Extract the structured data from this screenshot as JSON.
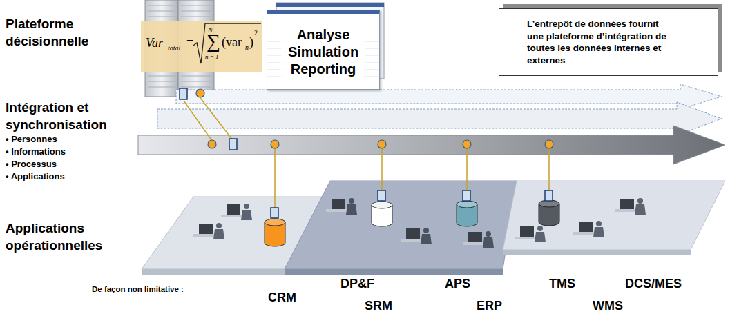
{
  "diagram": {
    "nodes": [
      {
        "text": [
          "Analyse Simulation Reporting"
        ]
      },
      {
        "text": [
          "L’entrepôt de données fournit une plateforme d’intégration de toutes les données internes et externes"
        ]
      }
    ],
    "labels": [
      "Plateforme décisionnelle",
      "Intégration et synchronisation",
      "• Personnes",
      "• Informations",
      "• Processus",
      "• Applications",
      "Applications opérationnelles",
      "Var",
      "total",
      "=",
      "N",
      "∑",
      "n = 1",
      "(var",
      "n",
      ")",
      "2",
      "De façon non limitative :",
      "CRM",
      "DP&F",
      "SRM",
      "APS",
      "ERP",
      "TMS",
      "WMS",
      "DCS/MES"
    ]
  }
}
